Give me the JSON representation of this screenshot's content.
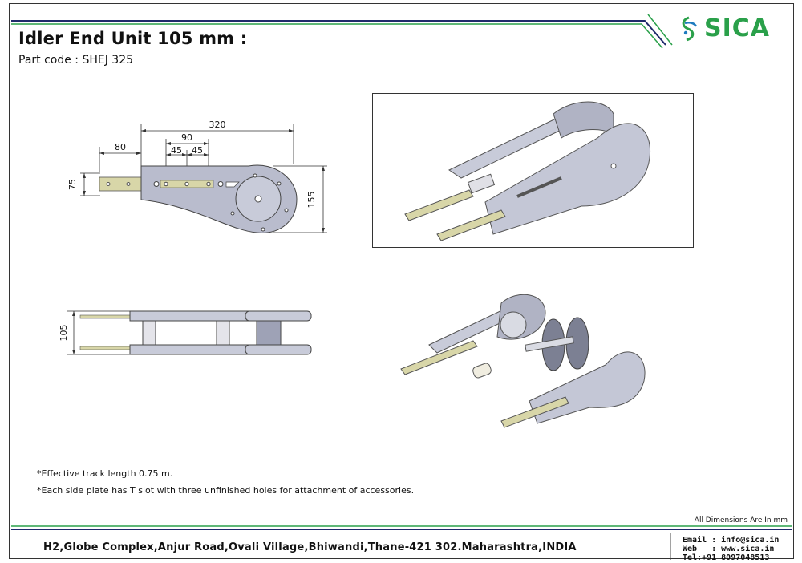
{
  "header": {
    "title": "Idler End Unit 105 mm :",
    "part_code": "Part code : SHEJ 325",
    "logo_text": "SICA"
  },
  "drawing": {
    "dims_top": {
      "overall": "320",
      "left_extension": "80",
      "hole_span": "90",
      "hole_pitch_1": "45",
      "hole_pitch_2": "45",
      "bar_height": "75",
      "height": "155"
    },
    "dims_side": {
      "width": "105"
    }
  },
  "notes": [
    "*Effective track length 0.75 m.",
    "*Each side plate has T slot with three unfinished holes for attachment of accessories."
  ],
  "all_dimensions": "All Dimensions Are In mm",
  "footer": {
    "address": "H2,Globe Complex,Anjur Road,Ovali Village,Bhiwandi,Thane-421 302.Maharashtra,INDIA",
    "email": "Email : info@sica.in",
    "web": "Web   : www.sica.in",
    "tel": "Tel:+91 8097048513"
  },
  "colors": {
    "navy": "#1f2a6b",
    "green": "#2aa04a",
    "part_fill": "#b9bccd",
    "bar_fill": "#d8d6a8"
  }
}
